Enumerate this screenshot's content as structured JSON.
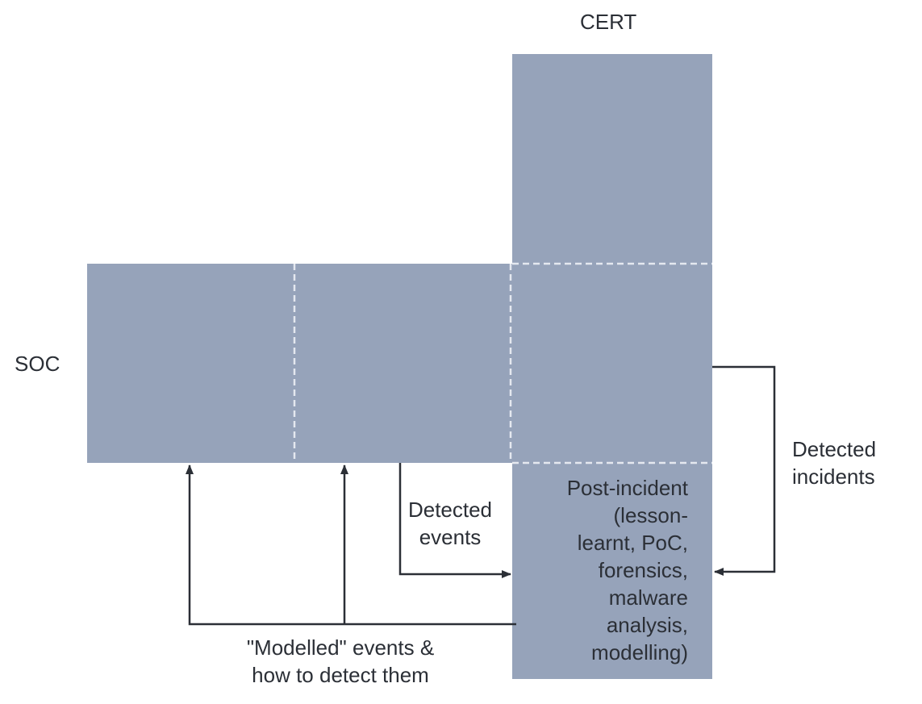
{
  "labels": {
    "cert": "CERT",
    "soc": "SOC",
    "detected_incidents_1": "Detected",
    "detected_incidents_2": "incidents",
    "detected_events_1": "Detected",
    "detected_events_2": "events",
    "modelled_1": "\"Modelled\" events &",
    "modelled_2": "how to detect them",
    "post_incident": [
      "Post-incident",
      "(lesson-",
      "learnt, PoC,",
      "forensics,",
      "malware",
      "analysis,",
      "modelling)"
    ]
  },
  "colors": {
    "block": "#96a3ba",
    "divider": "#e4e8ef",
    "arrow": "#2b2f36",
    "text": "#2b2f36"
  }
}
